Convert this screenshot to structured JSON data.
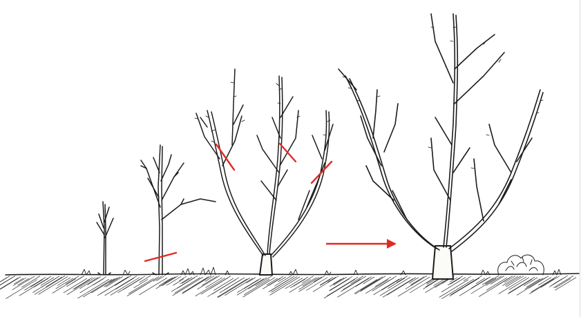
{
  "illustration": {
    "subject": "pruning-sequence-young-fruit-tree",
    "stages": [
      {
        "name": "stage-1-whip"
      },
      {
        "name": "stage-2-headed-sapling"
      },
      {
        "name": "stage-3-scaffold-selection"
      },
      {
        "name": "stage-4-open-center-tree"
      }
    ],
    "colors": {
      "ink": "#1b1b1b",
      "cut_mark": "#e02a25",
      "background": "#ffffff",
      "wood_fill": "#fbfbf8"
    },
    "cut_mark_count": 4,
    "arrow_count": 1
  }
}
